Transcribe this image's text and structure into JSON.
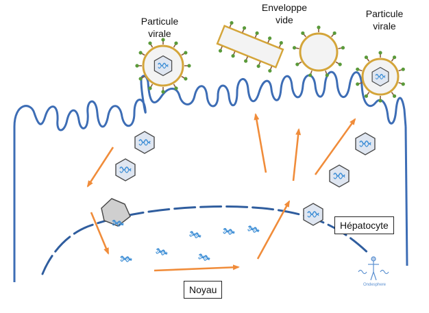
{
  "labels": {
    "viral_particle_left": [
      "Particule",
      "virale"
    ],
    "empty_envelope": [
      "Enveloppe",
      "vide"
    ],
    "viral_particle_right": [
      "Particule",
      "virale"
    ],
    "hepatocyte": "Hépatocyte",
    "nucleus": "Noyau"
  },
  "watermark": {
    "text": "Ondesphere",
    "icon": "human-body-logo-icon"
  },
  "colors": {
    "membrane": "#3d6db5",
    "arrow": "#f08c3a",
    "capsid_fill": "#dfe6f1",
    "capsid_stroke": "#4a4a4a",
    "dna": "#3f8fd6",
    "envelope_fill": "#f3f3f3",
    "envelope_stroke": "#d4a53a",
    "spike_green": "#5a9a3a",
    "spike_brown": "#8a5a3a"
  }
}
